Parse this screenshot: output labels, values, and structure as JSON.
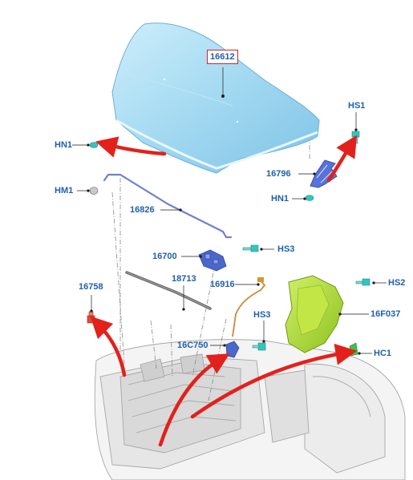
{
  "labels": {
    "hood": "16612",
    "hood_hinge_left": "HN1",
    "hood_hinge_right": "HN1",
    "hood_hinge_bolt": "HS1",
    "hinge_bracket": "16796",
    "hood_bumper": "HM1",
    "prop_rod": "16826",
    "hood_latch": "16700",
    "latch_screw": "HS3",
    "release_cable": "16916",
    "seal_strip": "18713",
    "grille_clip": "16758",
    "release_handle": "16C750",
    "handle_screw": "HS3",
    "deflector": "16F037",
    "deflector_screw": "HS2",
    "deflector_clip": "HC1"
  },
  "colors": {
    "label_text": "#1f5fae",
    "highlight_box": "#d6232a",
    "arrow": "#e3211c",
    "hood_fill": "#a9dcf3",
    "part_blue": "#4a67c9",
    "fastener_teal": "#35c4bd",
    "deflector_green": "#a6d62c",
    "clip_red": "#e04a3a",
    "clip_green": "#3ec24a"
  },
  "icons": [
    "hood-panel",
    "latch-assembly",
    "hinge-bracket",
    "prop-rod",
    "bolt-fastener",
    "clip-fastener",
    "deflector-shield",
    "vehicle-front-end"
  ]
}
